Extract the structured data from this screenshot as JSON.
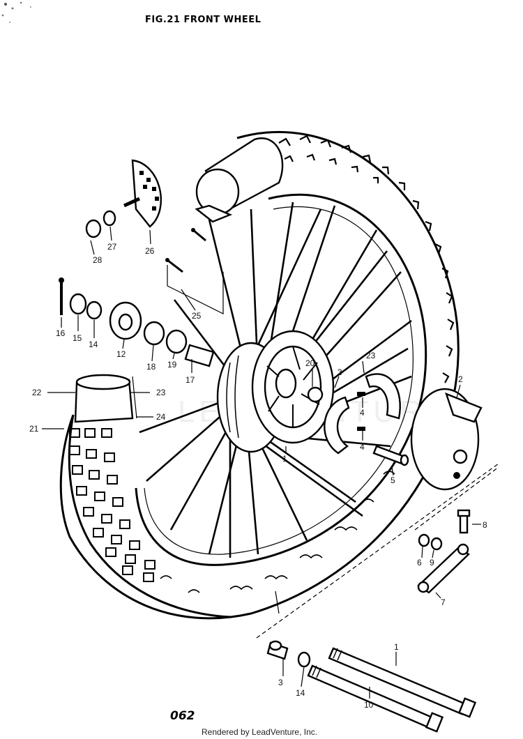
{
  "title": "FIG.21  FRONT WHEEL",
  "page_number": "062",
  "footer": "Rendered by LeadVenture, Inc.",
  "watermark": "LEADVENTURE",
  "callouts": [
    {
      "id": "c1",
      "label": "1"
    },
    {
      "id": "c2",
      "label": "2"
    },
    {
      "id": "c3a",
      "label": "3"
    },
    {
      "id": "c3b",
      "label": "3"
    },
    {
      "id": "c3c",
      "label": "3"
    },
    {
      "id": "c4a",
      "label": "4"
    },
    {
      "id": "c4b",
      "label": "4"
    },
    {
      "id": "c5",
      "label": "5"
    },
    {
      "id": "c6",
      "label": "6"
    },
    {
      "id": "c7",
      "label": "7"
    },
    {
      "id": "c8",
      "label": "8"
    },
    {
      "id": "c9",
      "label": "9"
    },
    {
      "id": "c10",
      "label": "10"
    },
    {
      "id": "c1b",
      "label": "1"
    },
    {
      "id": "c12",
      "label": "12"
    },
    {
      "id": "c14a",
      "label": "14"
    },
    {
      "id": "c14b",
      "label": "14"
    },
    {
      "id": "c15",
      "label": "15"
    },
    {
      "id": "c16",
      "label": "16"
    },
    {
      "id": "c17",
      "label": "17"
    },
    {
      "id": "c18",
      "label": "18"
    },
    {
      "id": "c19",
      "label": "19"
    },
    {
      "id": "c20",
      "label": "20"
    },
    {
      "id": "c21",
      "label": "21"
    },
    {
      "id": "c22",
      "label": "22"
    },
    {
      "id": "c23a",
      "label": "23"
    },
    {
      "id": "c23b",
      "label": "23"
    },
    {
      "id": "c24",
      "label": "24"
    },
    {
      "id": "c25",
      "label": "25"
    },
    {
      "id": "c26",
      "label": "26"
    },
    {
      "id": "c27",
      "label": "27"
    },
    {
      "id": "c28",
      "label": "28"
    }
  ]
}
